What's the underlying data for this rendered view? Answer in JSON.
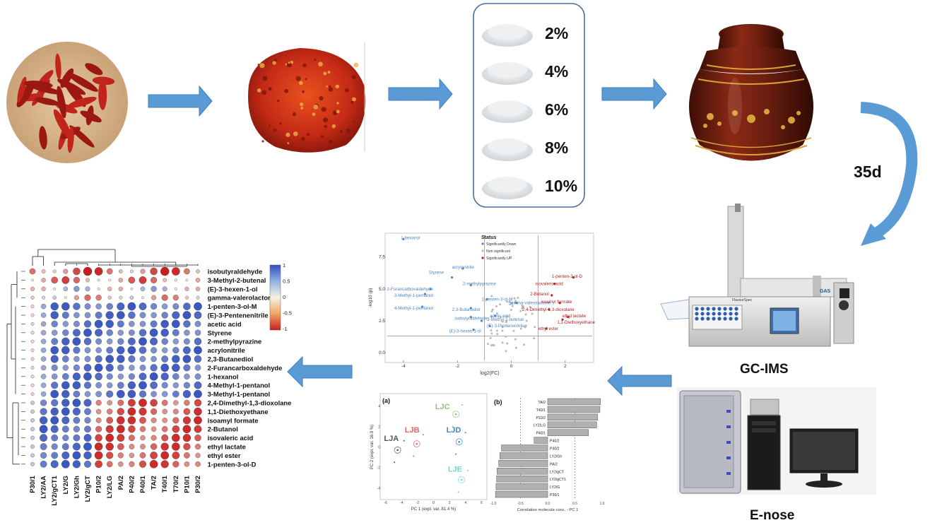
{
  "flow": {
    "salt_levels": [
      "2%",
      "4%",
      "6%",
      "8%",
      "10%"
    ],
    "duration": "35d",
    "instrument_gcims": "GC-IMS",
    "instrument_enose": "E-nose",
    "gas_brand": "GAS",
    "gas_product": "FlavourSpec"
  },
  "colors": {
    "arrow": "#5b9bd5",
    "arrow_edge": "#3f7fbf",
    "chili": "#c0241a",
    "paste": "#d33a1c",
    "jar": "#6a1e10",
    "jar_gold": "#d9a13a",
    "down": "#4f86c6",
    "up": "#b22222",
    "heat_high": "#2f4fbf",
    "heat_low": "#c81e1e"
  },
  "heatmap": {
    "scale_labels": [
      "1",
      "0.5",
      "0",
      "-0.5",
      "-1"
    ],
    "rows": [
      "isobutyraldehyde",
      "3-Methyl-2-butenal",
      "(E)-3-hexen-1-ol",
      "gamma-valerolactone",
      "1-penten-3-ol-M",
      "(E)-3-Pentenenitrile",
      "acetic acid",
      "Styrene",
      "2-methylpyrazine",
      "acrylonitrile",
      "2,3-Butanediol",
      "2-Furancarboxaldehyde",
      "1-hexanol",
      "4-Methyl-1-pentanol",
      "3-Methyl-1-pentanol",
      "2,4-Dimethyl-1,3-dioxolane",
      "1,1-Diethoxyethane",
      "isoamyl formate",
      "2-Butanol",
      "isovaleric acid",
      "ethyl lactate",
      "ethyl ester",
      "1-penten-3-ol-D"
    ],
    "cols": [
      "P30/1",
      "LY2/AA",
      "LY2/gCT1",
      "LY2/G",
      "LY2/Gh",
      "LY2/gCT",
      "P10/2",
      "LY2/LG",
      "PA/2",
      "P40/2",
      "P40/1",
      "TA/2",
      "T40/1",
      "T70/2",
      "P10/1",
      "P30/2"
    ]
  },
  "volcano": {
    "title": "Status",
    "legend": [
      "Significantly Down",
      "Non significant",
      "Significantly UP"
    ],
    "xlabel": "log2(FC)",
    "ylabel": "-log10 (p)",
    "xticks": [
      "-4",
      "-2",
      "0",
      "2"
    ],
    "yticks": [
      "0.0",
      "2.5",
      "5.0",
      "7.5"
    ],
    "down_labels": [
      "1-hexanol",
      "acrylonitrile",
      "Styrene",
      "2-methylpyrazine",
      "2-Furancarboxaldehyde",
      "3-Methyl-1-pentanol",
      "1-penten-3-ol-M",
      "gamma-valerolactone",
      "4-Methyl-1-pentanol",
      "2,3-Butanediol",
      "acetic acid",
      "isobutyraldehyde",
      "3-Methyl-2-butenal",
      "(E)-3-Pentenenitrile",
      "(E)-3-hexen-1-ol"
    ],
    "up_labels": [
      "1-penten-3-ol-D",
      "isovaleric acid",
      "2-Butanol",
      "isoamyl formate",
      "2,4-Dimethyl-1,3-dioxolane",
      "ethyl lactate",
      "1,1-Diethoxyethane",
      "ethyl ester"
    ]
  },
  "pca": {
    "panel_a": "(a)",
    "panel_b": "(b)",
    "xlabel": "PC 1 (expl. var. 81.4 %)",
    "ylabel": "PC 2 (expl. var. 16.9 %)",
    "xticks": [
      "-6",
      "-4",
      "-2",
      "0",
      "2",
      "4",
      "6"
    ],
    "yticks": [
      "4",
      "2",
      "0",
      "-2",
      "-4"
    ],
    "groups": [
      "LJA",
      "LJB",
      "LJC",
      "LJD",
      "LJE"
    ],
    "group_colors": [
      "#555555",
      "#e06666",
      "#93c47d",
      "#3d85c6",
      "#76d7d7"
    ],
    "bar_xlabel": "Correlation molecule conc. - PC 1",
    "bar_xticks": [
      "-1.0",
      "-0.5",
      "0.0",
      "0.5",
      "1.0"
    ],
    "bar_labels": [
      "TA/2",
      "T40/1",
      "P10/2",
      "LY2/LG",
      "P40/1",
      "P40/2",
      "P30/2",
      "LY2/Gh",
      "PA/2",
      "LY2/gCT",
      "LY2/gCT1",
      "LY2/G",
      "P30/1"
    ]
  }
}
